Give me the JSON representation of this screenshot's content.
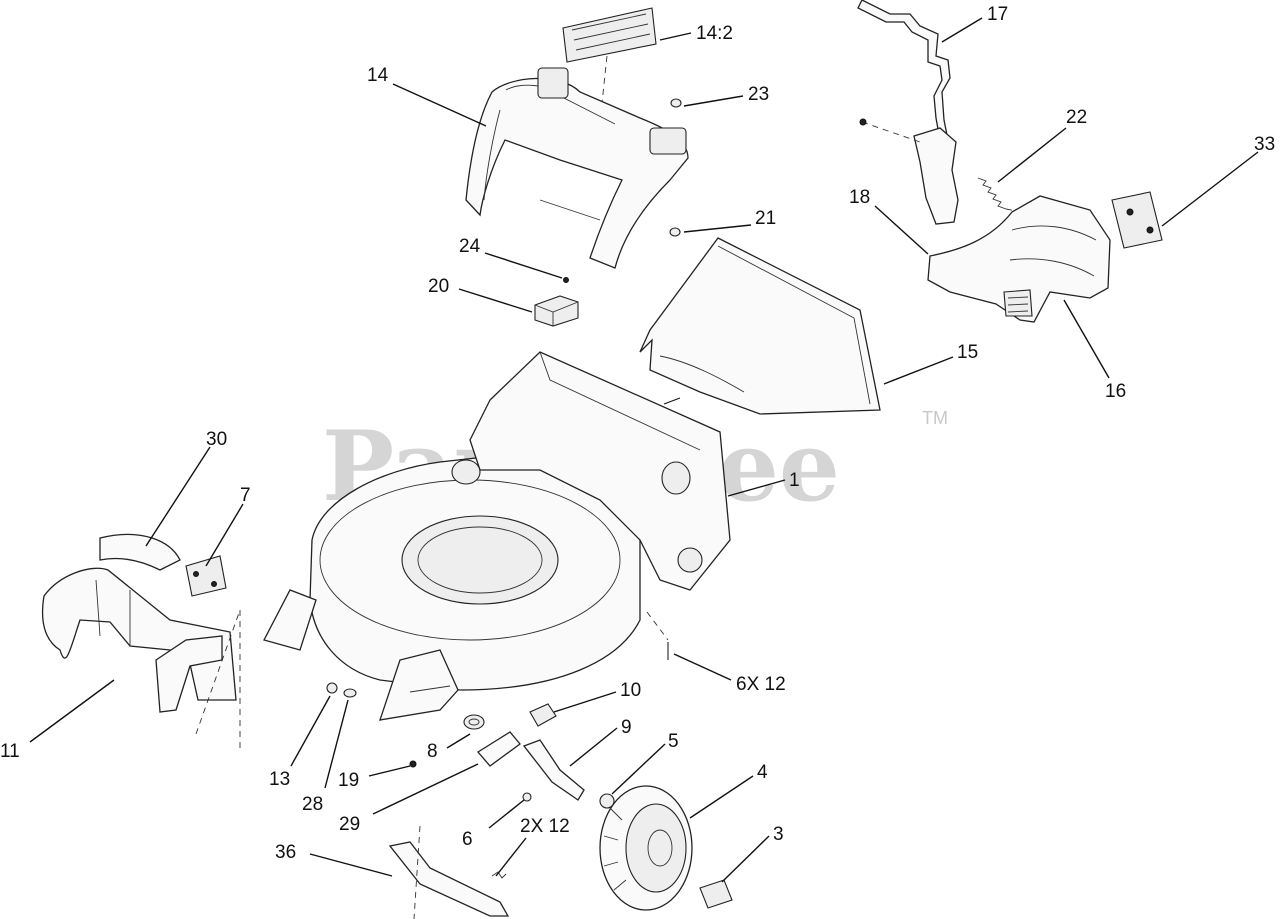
{
  "watermark": {
    "text": "PartsTree",
    "trademark": "TM"
  },
  "callouts": [
    {
      "id": "c-17",
      "text": "17"
    },
    {
      "id": "c-14-2",
      "text": "14:2"
    },
    {
      "id": "c-14",
      "text": "14"
    },
    {
      "id": "c-23",
      "text": "23"
    },
    {
      "id": "c-22",
      "text": "22"
    },
    {
      "id": "c-33",
      "text": "33"
    },
    {
      "id": "c-18",
      "text": "18"
    },
    {
      "id": "c-21",
      "text": "21"
    },
    {
      "id": "c-24",
      "text": "24"
    },
    {
      "id": "c-20",
      "text": "20"
    },
    {
      "id": "c-15",
      "text": "15"
    },
    {
      "id": "c-16",
      "text": "16"
    },
    {
      "id": "c-30",
      "text": "30"
    },
    {
      "id": "c-7",
      "text": "7"
    },
    {
      "id": "c-1",
      "text": "1"
    },
    {
      "id": "c-6x12",
      "text": "6X 12"
    },
    {
      "id": "c-10",
      "text": "10"
    },
    {
      "id": "c-11",
      "text": "11"
    },
    {
      "id": "c-9",
      "text": "9"
    },
    {
      "id": "c-8",
      "text": "8"
    },
    {
      "id": "c-5",
      "text": "5"
    },
    {
      "id": "c-4",
      "text": "4"
    },
    {
      "id": "c-13",
      "text": "13"
    },
    {
      "id": "c-19",
      "text": "19"
    },
    {
      "id": "c-28",
      "text": "28"
    },
    {
      "id": "c-29",
      "text": "29"
    },
    {
      "id": "c-6",
      "text": "6"
    },
    {
      "id": "c-2x12",
      "text": "2X 12"
    },
    {
      "id": "c-3",
      "text": "3"
    },
    {
      "id": "c-36",
      "text": "36"
    }
  ]
}
